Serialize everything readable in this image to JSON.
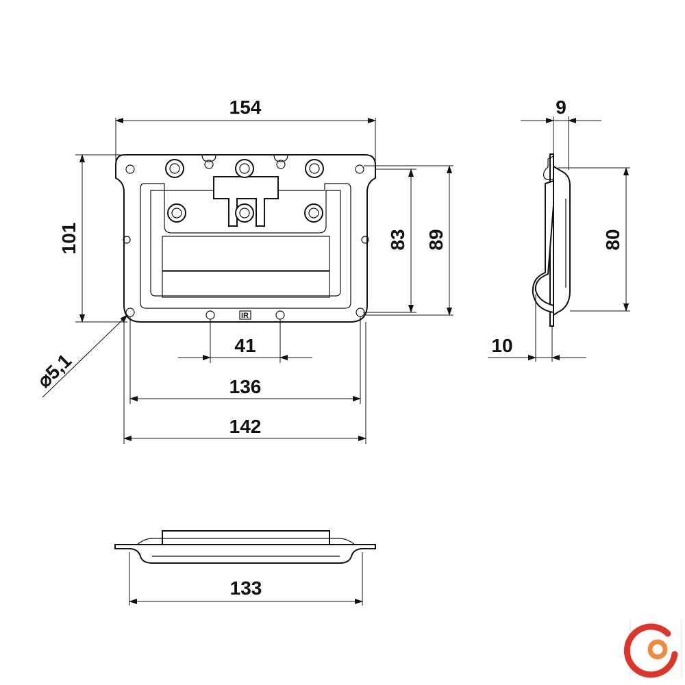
{
  "dimensions": {
    "top_width": "154",
    "overall_height": "101",
    "inner_height_83": "83",
    "inner_height_89": "89",
    "hole_diameter": "⌀5,1",
    "hole_spacing_41": "41",
    "hole_spacing_136": "136",
    "width_142": "142",
    "side_depth_9": "9",
    "side_height_80": "80",
    "side_depth_10": "10",
    "bottom_width_133": "133"
  },
  "marking": "IR",
  "colors": {
    "line": "#111111",
    "logo_red": "#e0342a",
    "logo_orange": "#f08a3c"
  },
  "icons": {
    "brand_logo": "circular-c-logo-icon"
  }
}
